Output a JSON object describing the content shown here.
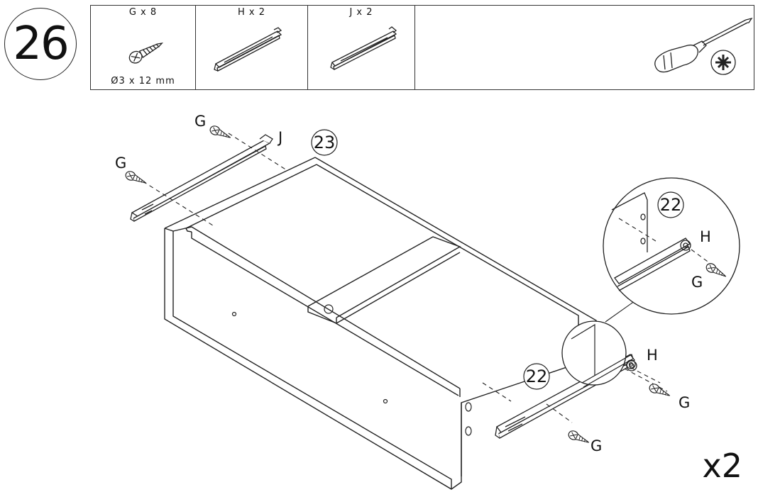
{
  "step": {
    "number": "26"
  },
  "parts": [
    {
      "label": "G x 8",
      "dimension": "Ø3 x 12 mm",
      "icon": "screw-icon"
    },
    {
      "label": "H x 2",
      "icon": "drawer-slide-h-icon"
    },
    {
      "label": "J x 2",
      "icon": "drawer-slide-j-icon"
    }
  ],
  "tool": {
    "icon": "phillips-screwdriver-icon"
  },
  "callouts": {
    "g": "G",
    "h": "H",
    "j": "J",
    "panel_back": "23",
    "panel_side": "22"
  },
  "multiplier": "x2"
}
